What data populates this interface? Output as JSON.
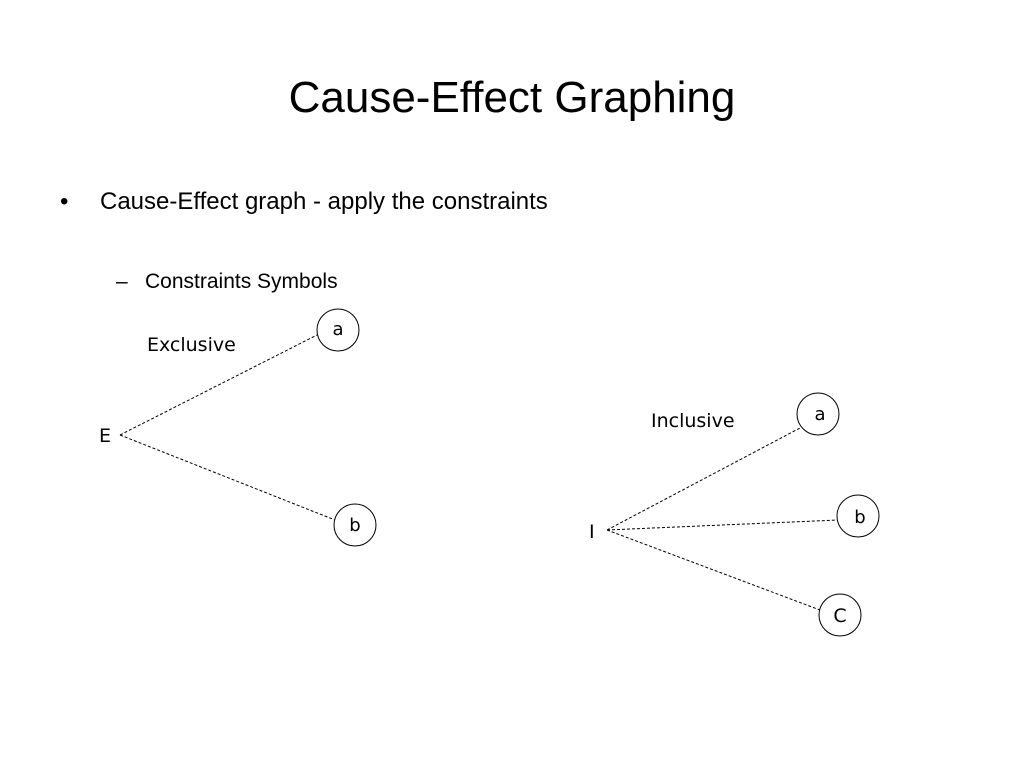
{
  "slide": {
    "title": "Cause-Effect Graphing",
    "bullet": {
      "marker": "•",
      "text": "Cause-Effect graph - apply the constraints"
    },
    "sub_bullet": {
      "marker": "–",
      "text": "Constraints Symbols"
    }
  },
  "exclusive_diagram": {
    "label": "Exclusive",
    "source_node": "E",
    "targets": [
      "a",
      "b"
    ]
  },
  "inclusive_diagram": {
    "label": "Inclusive",
    "source_node": "I",
    "targets": [
      "a",
      "b",
      "C"
    ]
  }
}
